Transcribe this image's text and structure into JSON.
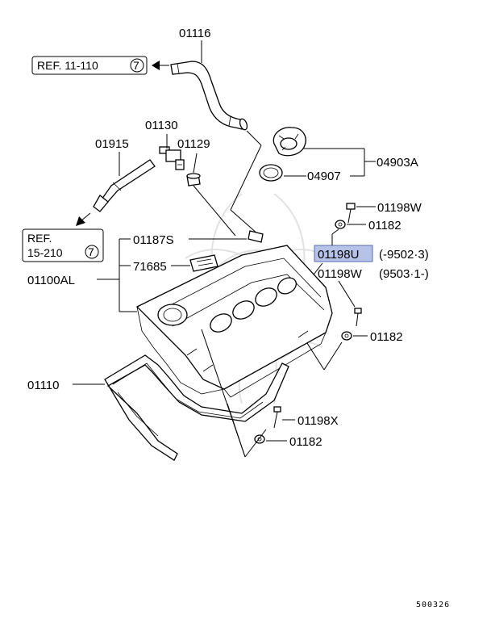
{
  "diagram": {
    "labels": {
      "hose_top": "01116",
      "ref_1_text": "REF. 11-110",
      "ref_1_circle": "7",
      "hose_left": "01915",
      "valve": "01130",
      "grommet": "01129",
      "ref_2_line1": "REF.",
      "ref_2_line2": "15-210",
      "ref_2_circle": "7",
      "cap": "04903A",
      "cap_gasket": "04907",
      "bolt_w": "01198W",
      "washer_1": "01182",
      "bolt_u": "01198U",
      "bolt_u_range": "(-9502·3)",
      "bolt_w2": "01198W",
      "bolt_w2_range": "(9503·1-)",
      "washer_2": "01182",
      "pipe": "01187S",
      "sticker": "71685",
      "cover_assy": "01100AL",
      "gasket": "01110",
      "bolt_x": "01198X",
      "washer_3": "01182",
      "footer_code": "500326"
    },
    "highlight_color": "#b7c2e8"
  }
}
